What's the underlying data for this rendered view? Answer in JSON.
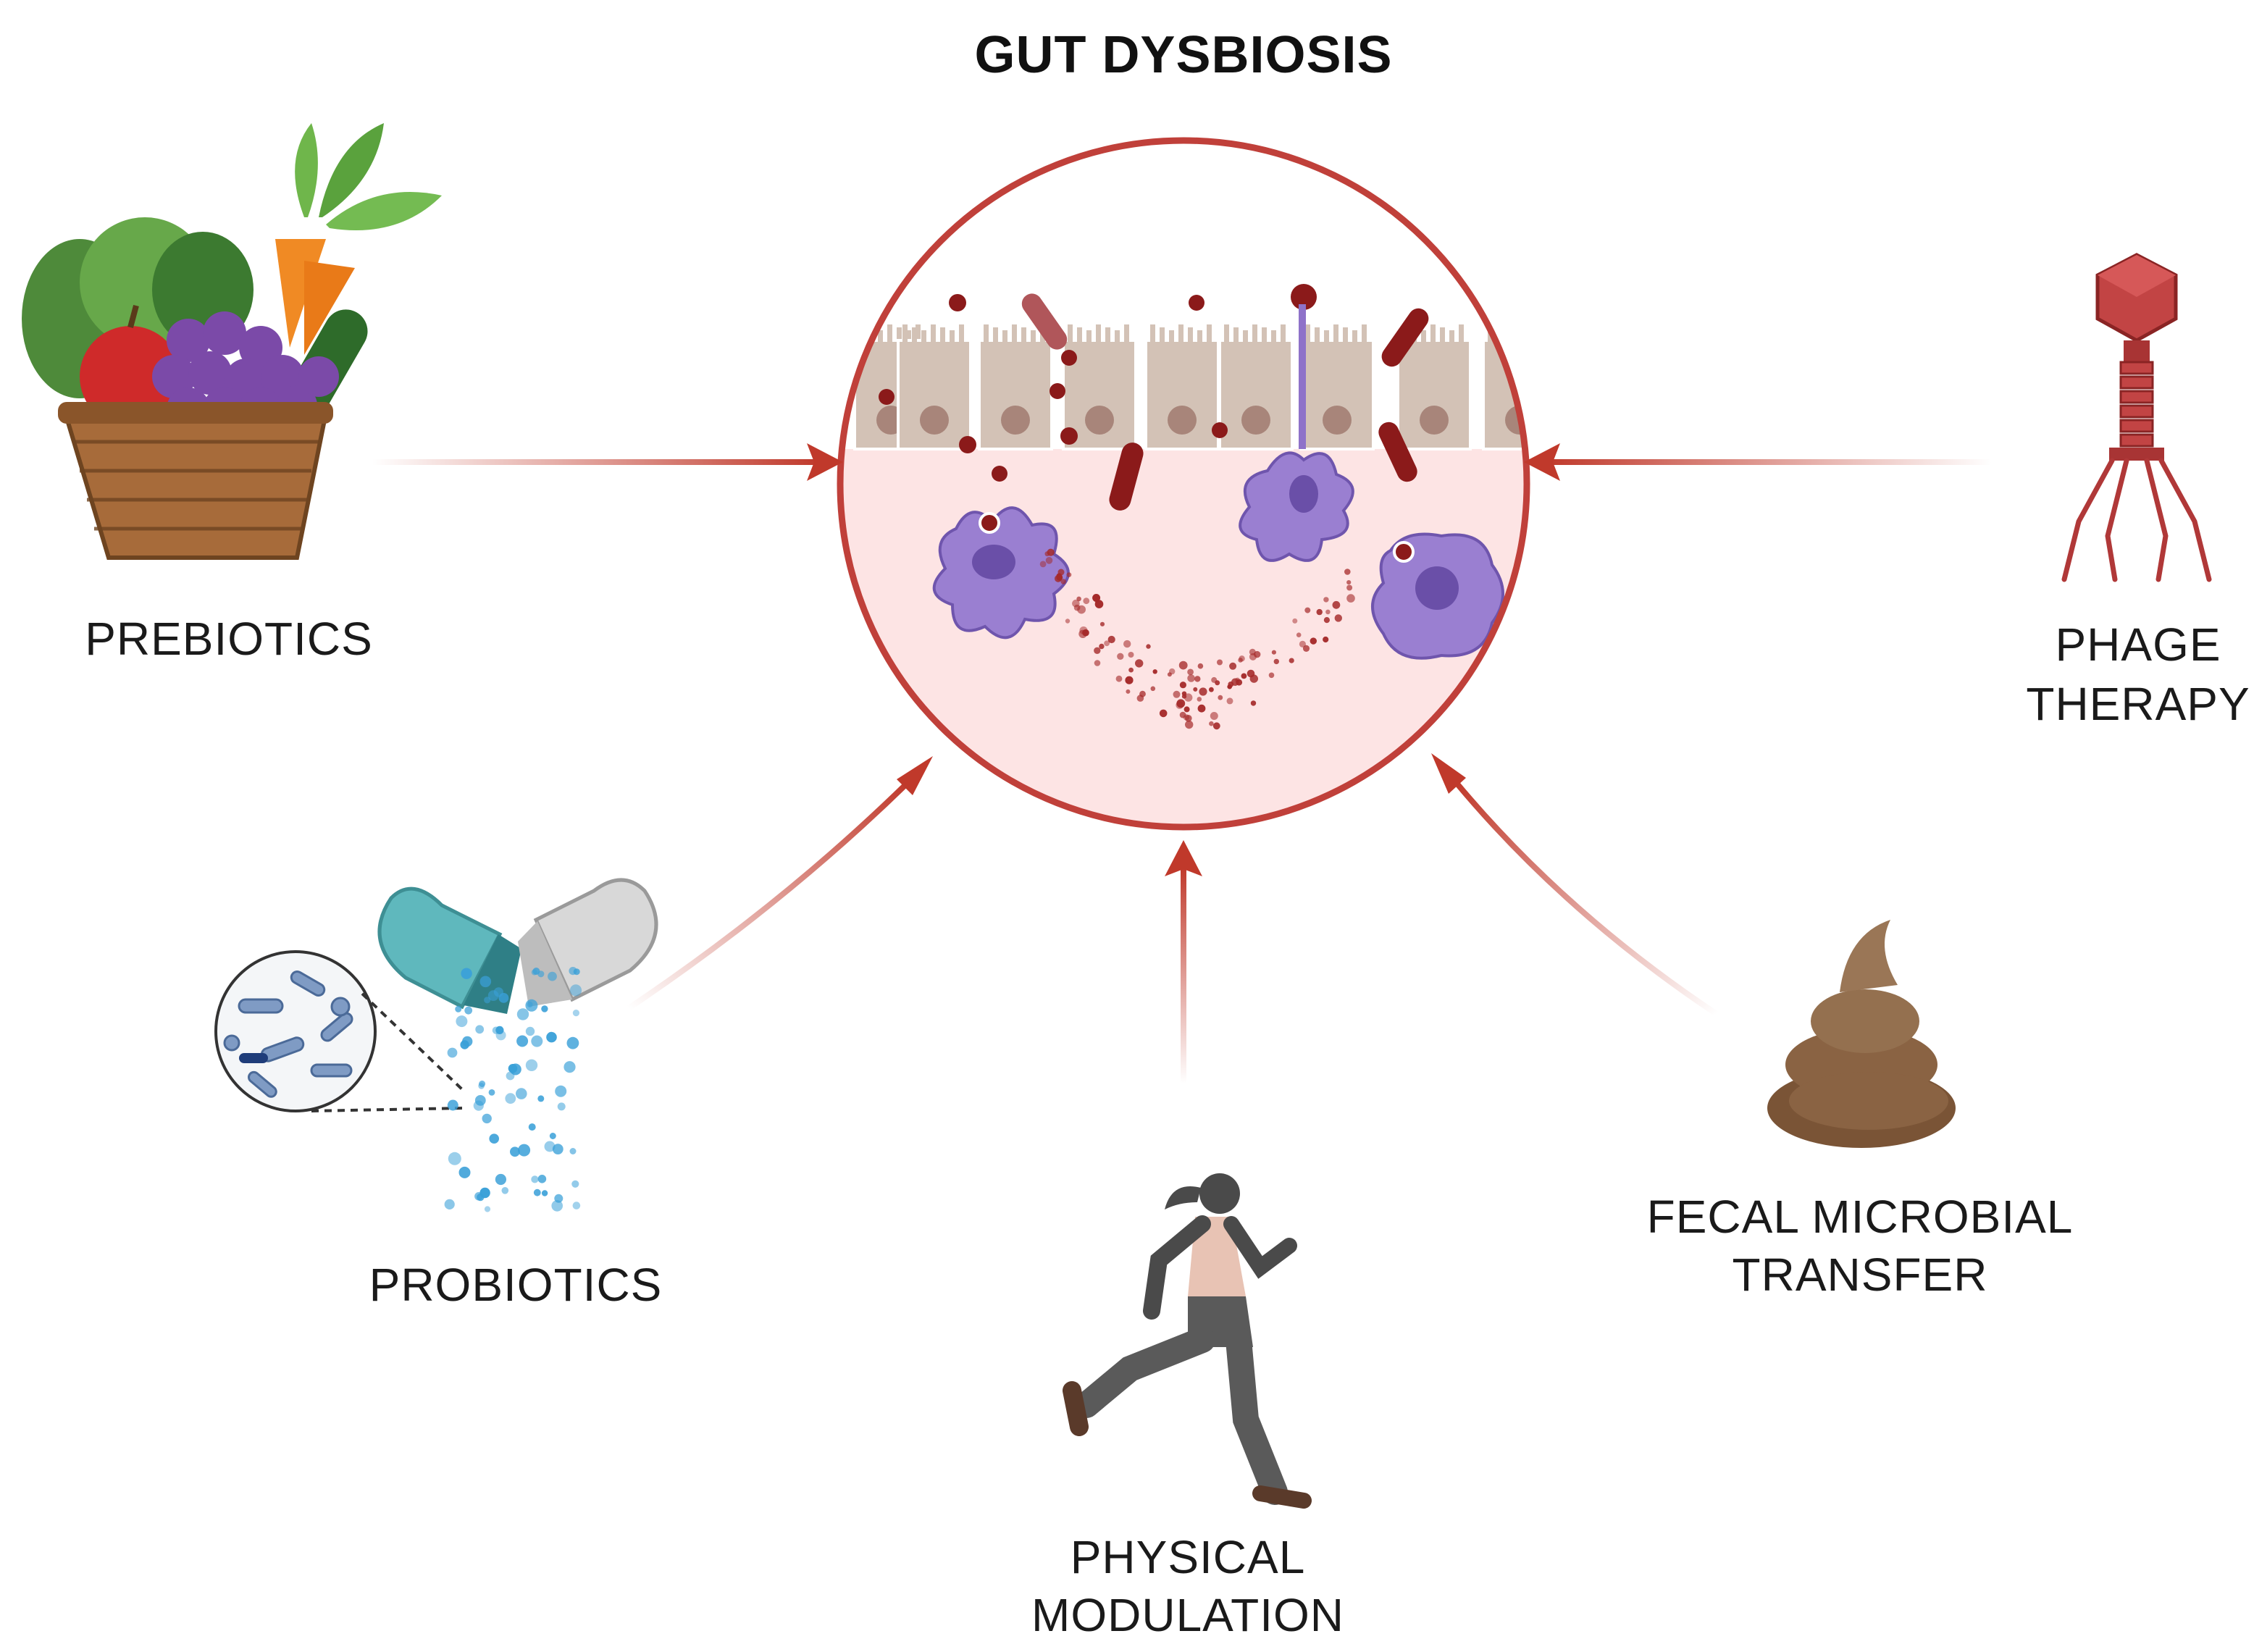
{
  "title": "GUT DYSBIOSIS",
  "interventions": {
    "prebiotics": "PREBIOTICS",
    "probiotics": "PROBIOTICS",
    "phage_line1": "PHAGE",
    "phage_line2": "THERAPY",
    "physical_line1": "PHYSICAL",
    "physical_line2": "MODULATION",
    "fecal_line1": "FECAL MICROBIAL",
    "fecal_line2": "TRANSFER"
  },
  "colors": {
    "arrow": "#c0392b",
    "circle_border": "#c0403a",
    "lumen_fill": "#fde4e4",
    "epithelium": "#d3c2b6",
    "nucleus": "#a8857a",
    "bacteria": "#8b1a1a",
    "immune_cell": "#8e72c9",
    "probiotic_dots": "#3aa0d8",
    "capsule_teal": "#5fb8bd",
    "capsule_grey": "#d8d8d8",
    "basket": "#a76b3a",
    "stool": "#8a6343",
    "phage": "#c24444",
    "runner": "#4a4a4a"
  }
}
